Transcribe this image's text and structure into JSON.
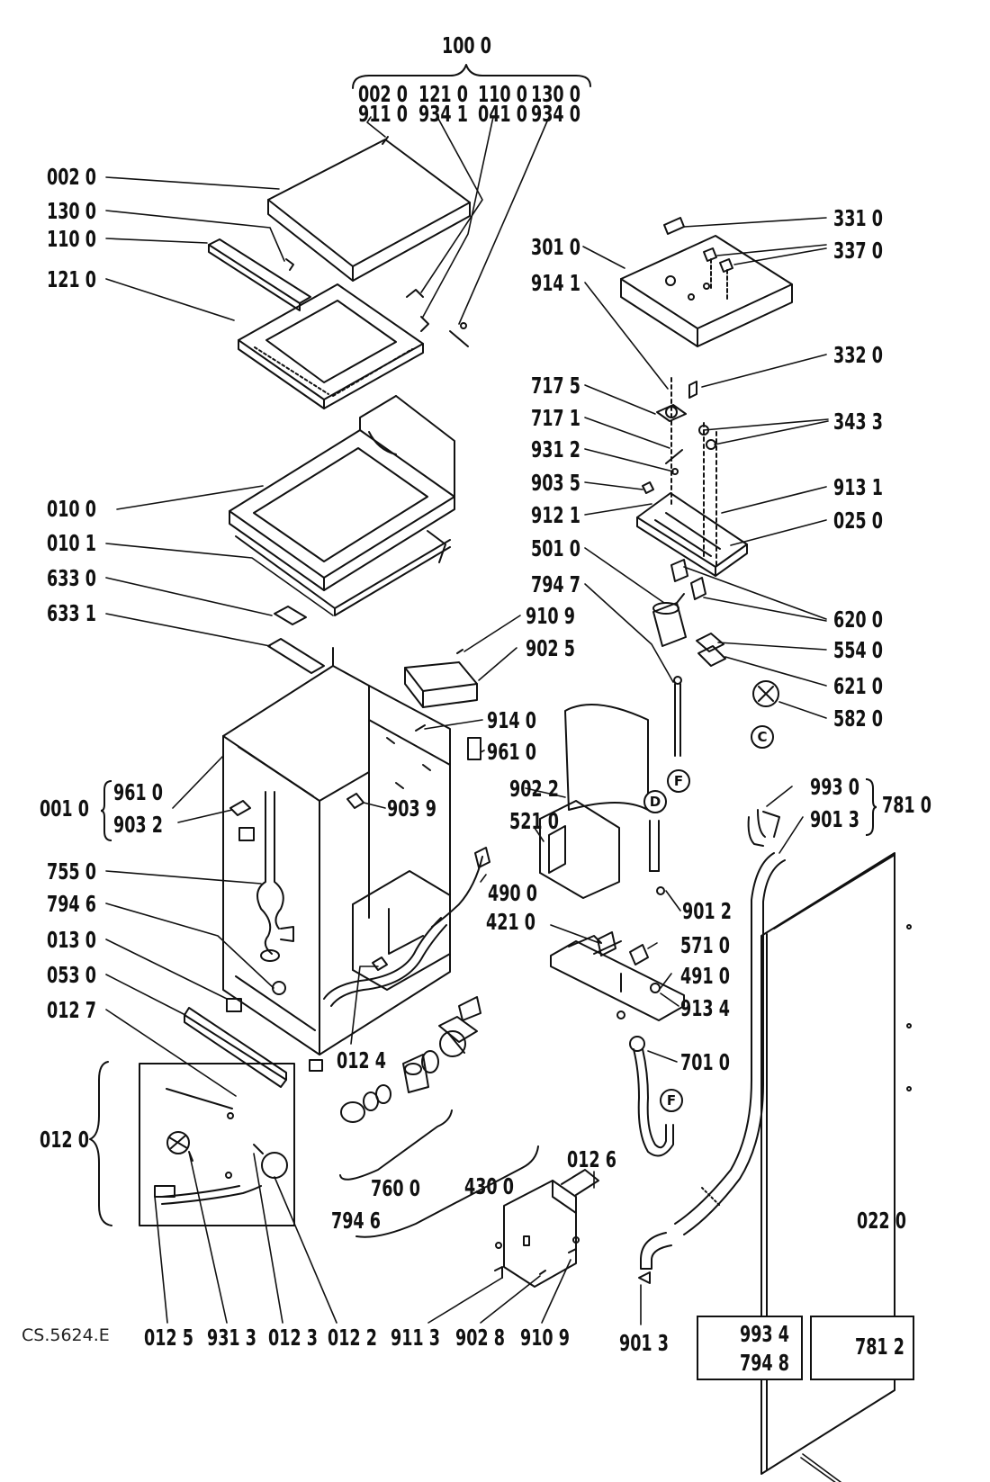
{
  "drawing_ref": "CS.5624.E",
  "kit": {
    "label": "100 0",
    "items_row1": [
      "002 0",
      "121 0",
      "110 0",
      "130 0"
    ],
    "items_row2": [
      "911 0",
      "934 1",
      "041 0",
      "934 0"
    ]
  },
  "left_labels": {
    "p002": "002 0",
    "p130": "130 0",
    "p110": "110 0",
    "p121": "121 0",
    "p010": "010 0",
    "p0101": "010 1",
    "p633": "633 0",
    "p6331": "633 1",
    "p001": "001 0",
    "p9610a": "961 0",
    "p9032": "903 2",
    "p755": "755 0",
    "p7946a": "794 6",
    "p013": "013 0",
    "p053": "053 0",
    "p0127": "012 7",
    "p0120": "012 0"
  },
  "right_labels": {
    "p331": "331 0",
    "p337": "337 0",
    "p301": "301 0",
    "p9141": "914 1",
    "p332": "332 0",
    "p7175": "717 5",
    "p7171": "717 1",
    "p3433": "343 3",
    "p9312": "931 2",
    "p9035": "903 5",
    "p9131": "913 1",
    "p9121": "912 1",
    "p025": "025 0",
    "p501": "501 0",
    "p7947": "794 7",
    "p620": "620 0",
    "p554": "554 0",
    "p621": "621 0",
    "p582": "582 0"
  },
  "center_labels": {
    "p9109a": "910 9",
    "p9025": "902 5",
    "p9140": "914 0",
    "p9610b": "961 0",
    "p9039": "903 9",
    "p9022": "902 2",
    "p521": "521 0",
    "p490": "490 0",
    "p421": "421 0",
    "p9012": "901 2",
    "p9930": "993 0",
    "p9013a": "901 3",
    "p781": "781 0",
    "p571": "571 0",
    "p491": "491 0",
    "p9134": "913 4",
    "p0124": "012 4",
    "p701": "701 0",
    "p0126": "012 6",
    "p760": "760 0",
    "p430": "430 0",
    "p7946b": "794 6",
    "p022": "022 0"
  },
  "bottom_labels": {
    "p0125": "012 5",
    "p9313": "931 3",
    "p0123": "012 3",
    "p0122": "012 2",
    "p9113": "911 3",
    "p9028": "902 8",
    "p9109b": "910 9",
    "p9013b": "901 3"
  },
  "inset": {
    "a": "993 4",
    "b": "794 8",
    "c": "781 2"
  },
  "callouts": {
    "c1": "C",
    "f1": "F",
    "d1": "D",
    "f2": "F"
  }
}
